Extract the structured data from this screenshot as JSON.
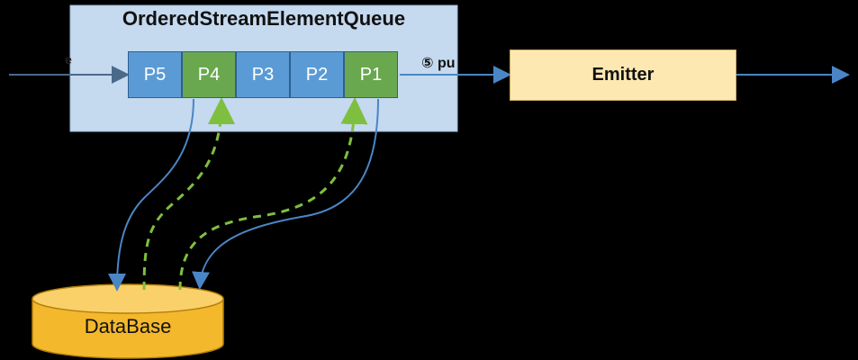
{
  "queue": {
    "title": "OrderedStreamElementQueue",
    "edge_label": "e",
    "slots": [
      {
        "label": "P5",
        "state": "blue"
      },
      {
        "label": "P4",
        "state": "green"
      },
      {
        "label": "P3",
        "state": "blue"
      },
      {
        "label": "P2",
        "state": "blue"
      },
      {
        "label": "P1",
        "state": "green"
      }
    ],
    "push_label": "⑤ pu"
  },
  "emitter": {
    "label": "Emitter"
  },
  "database": {
    "label": "DataBase"
  },
  "colors": {
    "queue_bg": "#c5d9ef",
    "slot_blue": "#5b9bd5",
    "slot_green": "#6aa84f",
    "emitter_bg": "#fde8b2",
    "database_fill": "#f3b82c",
    "arrow_blue": "#4a86c5",
    "arrow_green_dashed": "#7fbf3f",
    "background": "#000000"
  },
  "watermarks": {
    "top": "",
    "bottom": ""
  }
}
